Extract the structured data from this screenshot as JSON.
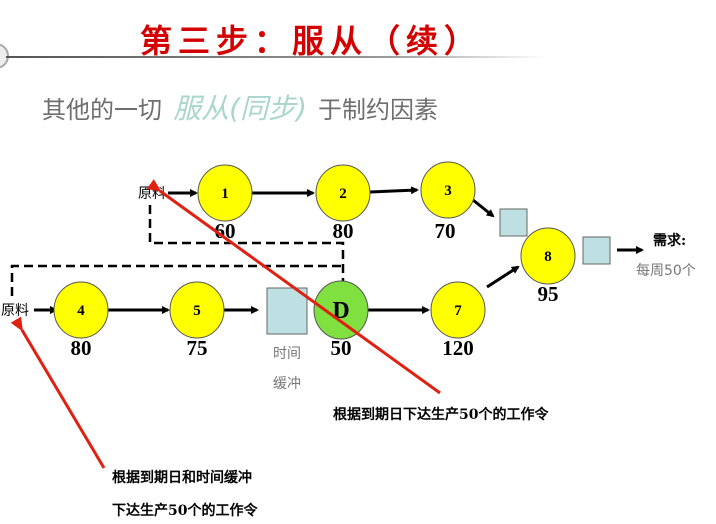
{
  "title": "第三步：服从（续）",
  "subtitle": {
    "prefix": "其他的一切",
    "highlight": "服从(同步)",
    "suffix": "于制约因素"
  },
  "diagram": {
    "raw_material_top": "原料",
    "raw_material_bottom": "原料",
    "nodes": [
      {
        "id": "1",
        "capacity": "60"
      },
      {
        "id": "2",
        "capacity": "80"
      },
      {
        "id": "3",
        "capacity": "70"
      },
      {
        "id": "4",
        "capacity": "80"
      },
      {
        "id": "5",
        "capacity": "75"
      },
      {
        "id": "D",
        "capacity": "50"
      },
      {
        "id": "7",
        "capacity": "120"
      },
      {
        "id": "8",
        "capacity": "95"
      }
    ],
    "time_buffer": [
      "时间",
      "缓冲"
    ],
    "demand_label": "需求:",
    "demand_value": "每周50个",
    "note_top": "根据到期日下达生产50个的工作令",
    "note_bottom": [
      "根据到期日和时间缓冲",
      "下达生产50个的工作令"
    ]
  },
  "colors": {
    "title": "#d40000",
    "node": "#ffff00",
    "constraint": "#80e040",
    "buffer": "#bfe0e3",
    "arrow_red": "#e02010",
    "highlight": "#a9d6cf"
  }
}
